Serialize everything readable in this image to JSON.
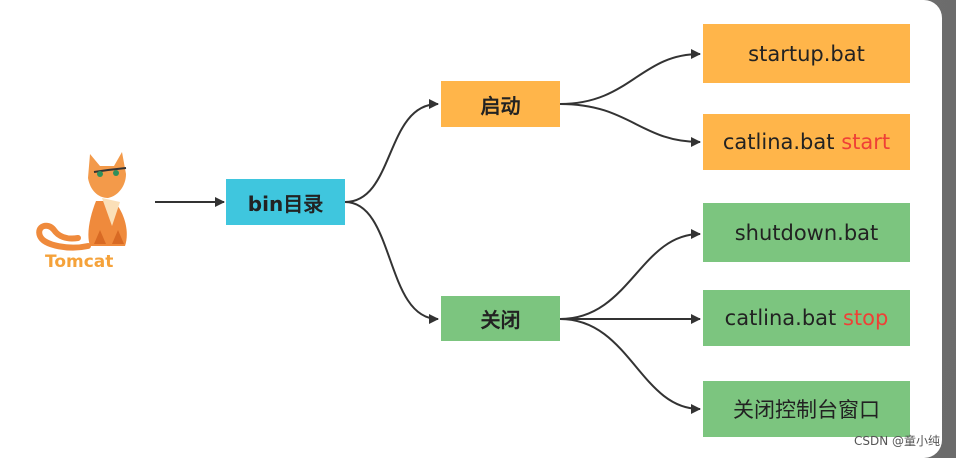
{
  "logo": {
    "label": "Tomcat"
  },
  "nodes": {
    "bin": "bin目录",
    "start": "启动",
    "stop": "关闭",
    "startup_bat": "startup.bat",
    "catlina_start_prefix": "catlina.bat",
    "catlina_start_cmd": "start",
    "shutdown_bat": "shutdown.bat",
    "catlina_stop_prefix": "catlina.bat",
    "catlina_stop_cmd": "stop",
    "close_console": "关闭控制台窗口"
  },
  "colors": {
    "start_group": "#ffb54a",
    "stop_group": "#7cc57f",
    "bin": "#3fc6de",
    "command_highlight": "#ef4036",
    "arrow": "#333333"
  },
  "watermark": "CSDN @童小纯"
}
